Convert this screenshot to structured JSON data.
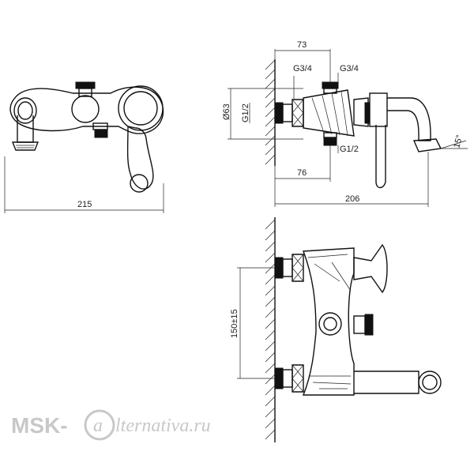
{
  "diagram": {
    "top_view": {
      "dim_width": "215"
    },
    "side_view": {
      "dim_73": "73",
      "dim_g34_left": "G3/4",
      "dim_g34_right": "G3/4",
      "dim_d63": "Ø63",
      "dim_g12_left": "G1/2",
      "dim_g12_lower": "G1/2",
      "dim_76": "76",
      "dim_206": "206",
      "dim_angle": "15°"
    },
    "front_view": {
      "dim_spacing": "150±15"
    },
    "watermark": {
      "brand": "MSK-",
      "brand_at": "a",
      "brand_rest": "lternativa.ru"
    }
  }
}
